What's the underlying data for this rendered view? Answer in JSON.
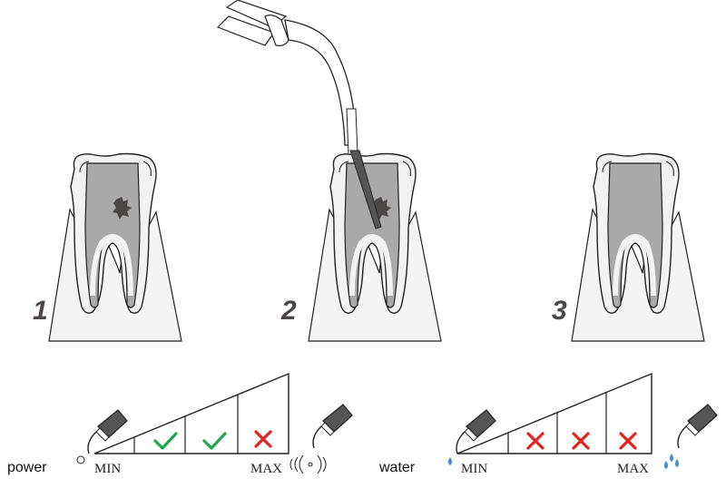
{
  "steps": [
    {
      "number": "1"
    },
    {
      "number": "2"
    },
    {
      "number": "3"
    }
  ],
  "scales": [
    {
      "label": "power",
      "min_label": "MIN",
      "max_label": "MAX",
      "marks": [
        "check",
        "check",
        "cross"
      ]
    },
    {
      "label": "water",
      "min_label": "MIN",
      "max_label": "MAX",
      "marks": [
        "cross",
        "cross",
        "cross"
      ]
    }
  ],
  "colors": {
    "check": "#1fa84a",
    "cross": "#e2231a",
    "water_drop": "#3d8fd8",
    "tooth_fill": "#f2f2f2",
    "canal_fill": "#a9a9a9",
    "gum_fill": "#f4f4f4",
    "outline": "#222222",
    "number": "#4a4646"
  },
  "icons": [
    "scaler-handpiece-icon",
    "check-icon",
    "cross-icon",
    "vibration-waves-icon",
    "water-drop-icon"
  ]
}
